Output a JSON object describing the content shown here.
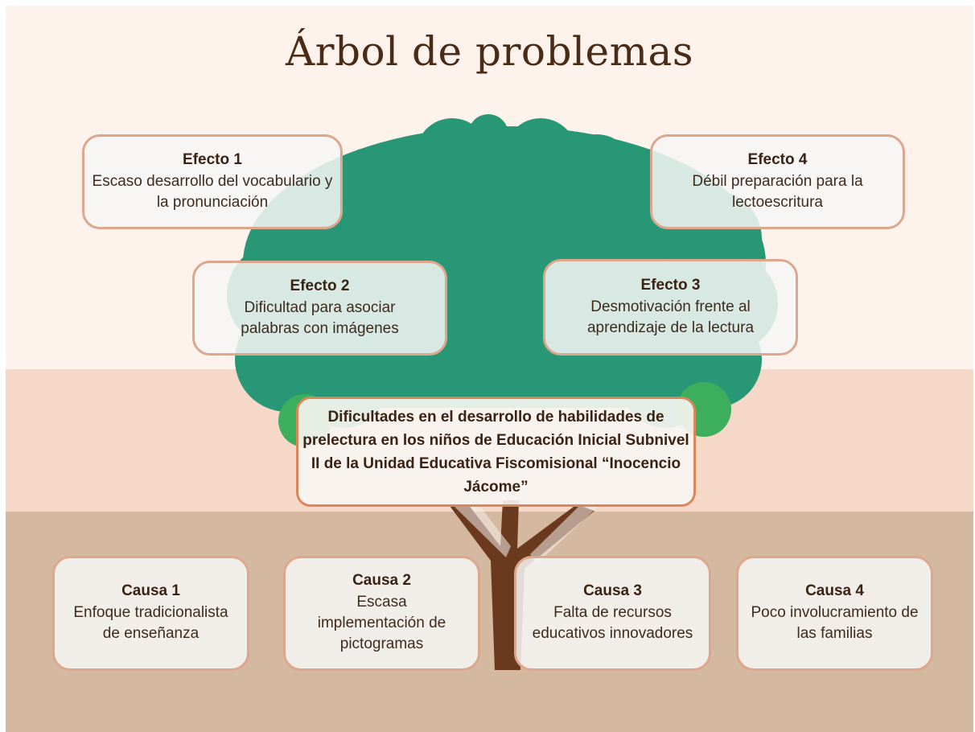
{
  "title": "Árbol de problemas",
  "colors": {
    "band_top": "#fdf3ec",
    "band_mid": "#f5d8c8",
    "band_bottom": "#d4b8a0",
    "canopy": "#279776",
    "canopy_light": "#3cae5c",
    "trunk": "#6b3a1e",
    "box_border": "#dca78c",
    "central_border": "#d9865a",
    "text": "#3a2314"
  },
  "central_problem": {
    "text": "Dificultades en el desarrollo de habilidades de prelectura en los niños de Educación Inicial Subnivel II de la Unidad Educativa Fiscomisional “Inocencio Jácome”"
  },
  "effects": [
    {
      "label": "Efecto 1",
      "text": "Escaso desarrollo del vocabulario y la pronunciación"
    },
    {
      "label": "Efecto 2",
      "text": "Dificultad para asociar palabras con imágenes"
    },
    {
      "label": "Efecto 3",
      "text": "Desmotivación frente al aprendizaje de la lectura"
    },
    {
      "label": "Efecto 4",
      "text": "Débil preparación para la lectoescritura"
    }
  ],
  "causes": [
    {
      "label": "Causa 1",
      "text": "Enfoque tradicionalista de enseñanza"
    },
    {
      "label": "Causa 2",
      "text": "Escasa implementación de pictogramas"
    },
    {
      "label": "Causa 3",
      "text": "Falta de recursos educativos innovadores"
    },
    {
      "label": "Causa 4",
      "text": "Poco involucramiento de las familias"
    }
  ]
}
